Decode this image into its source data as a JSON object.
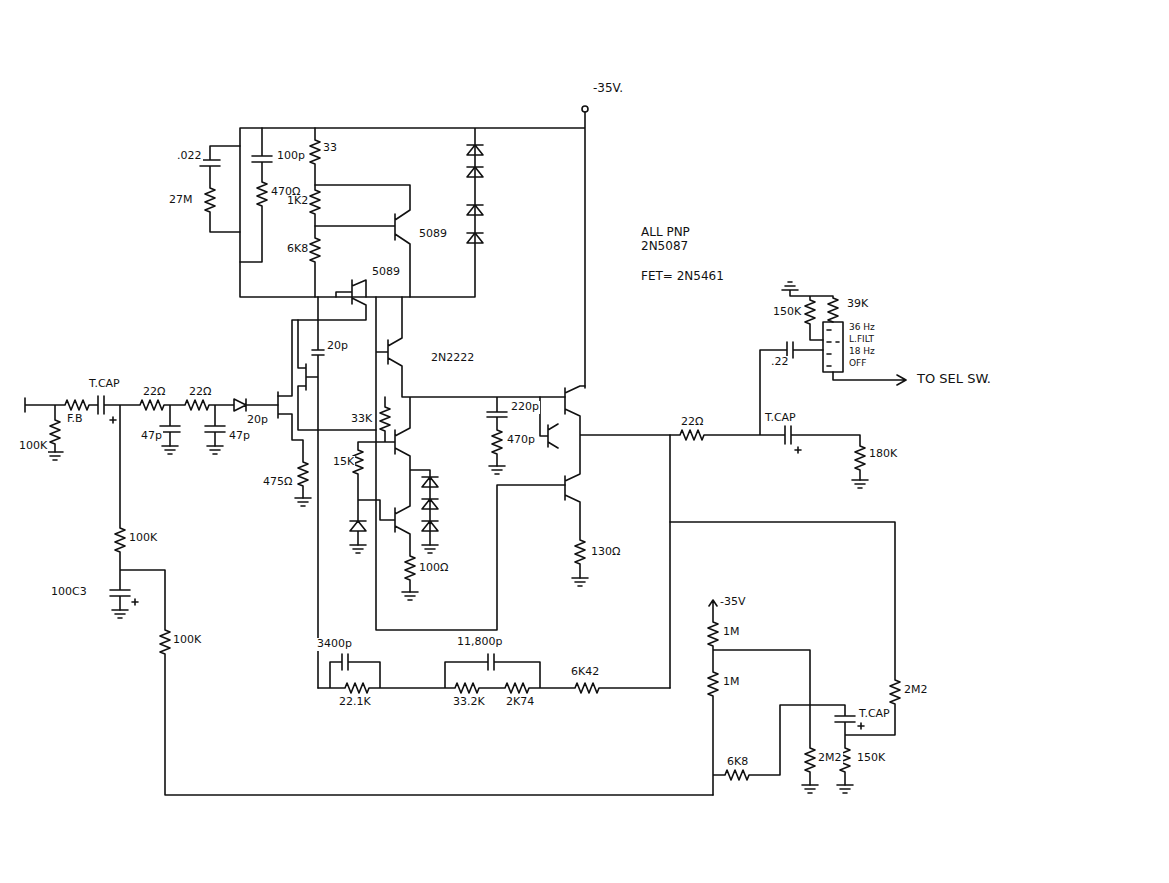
{
  "diagram": {
    "labels": [
      "-35V.",
      ".022",
      "100p",
      "33",
      "27M",
      "470Ω",
      "1K2",
      "6K8",
      "5089",
      "5089",
      "ALL PNP 2N5087",
      "FET= 2N5461",
      "20p",
      "2N2222",
      "T.CAP",
      "F.B",
      "22Ω",
      "22Ω",
      "47p",
      "47p",
      "20p",
      "100K",
      "475Ω",
      "33K",
      "15K",
      "100Ω",
      "220p",
      "470p",
      "130Ω",
      "22Ω",
      "100K",
      "100C3",
      "100K",
      "3400p",
      "22.1K",
      "11,800p",
      "33.2K",
      "2K74",
      "6K42",
      "150K",
      "39K",
      ".22",
      "36 Hz",
      "L.FILT",
      "18 Hz",
      "OFF",
      "TO SEL SW.",
      "T.CAP",
      "180K",
      "-35V",
      "1M",
      "1M",
      "2M2",
      "T.CAP",
      "6K8",
      "2M2",
      "150K"
    ]
  }
}
